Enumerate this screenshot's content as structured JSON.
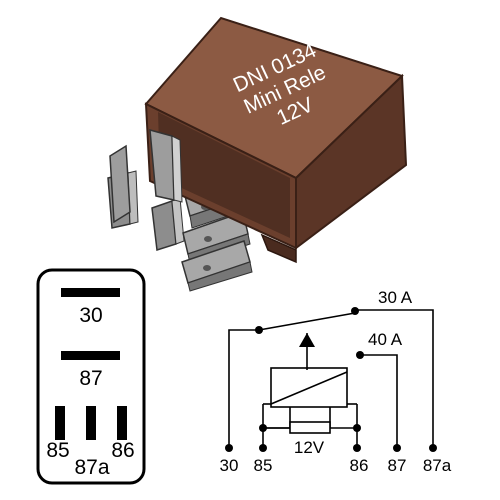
{
  "relay_photo": {
    "model_line": "DNI 0134",
    "type_line": "Mini Rele",
    "voltage_line": "12V",
    "colors": {
      "housing_front": "#7a4a35",
      "housing_side": "#5b3526",
      "housing_top": "#8c5a43",
      "terminal": "#9a9a9a"
    }
  },
  "footprint": {
    "pin_30": "30",
    "pin_87": "87",
    "pin_85": "85",
    "pin_87a": "87a",
    "pin_86": "86"
  },
  "schematic": {
    "current_30": "30 A",
    "current_40": "40 A",
    "coil_voltage": "12V",
    "terminals": [
      "30",
      "85",
      "86",
      "87",
      "87a"
    ]
  }
}
